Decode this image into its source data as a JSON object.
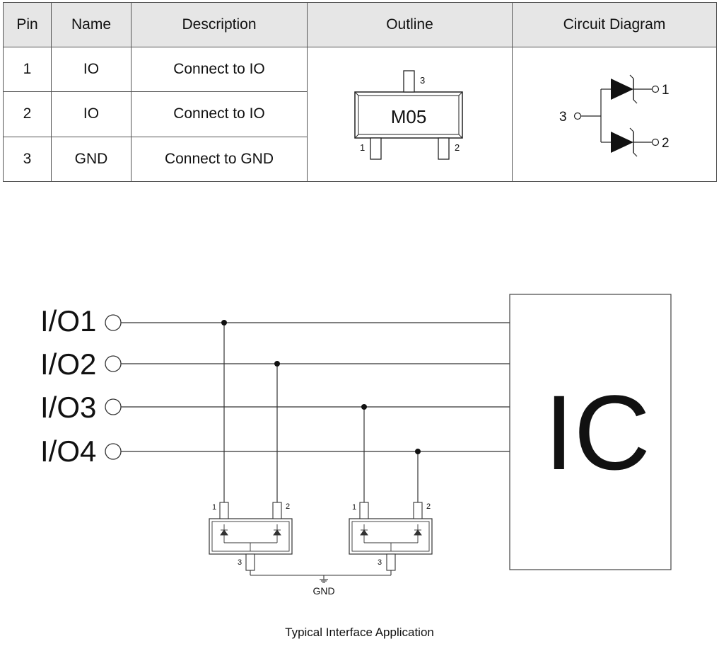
{
  "table": {
    "headers": [
      "Pin",
      "Name",
      "Description",
      "Outline",
      "Circuit Diagram"
    ],
    "rows": [
      {
        "pin": "1",
        "name": "IO",
        "description": "Connect to IO"
      },
      {
        "pin": "2",
        "name": "IO",
        "description": "Connect to IO"
      },
      {
        "pin": "3",
        "name": "GND",
        "description": "Connect to GND"
      }
    ],
    "outline": {
      "marking": "M05",
      "pin1": "1",
      "pin2": "2",
      "pin3": "3"
    },
    "circuit": {
      "pin1": "1",
      "pin2": "2",
      "pin3": "3"
    }
  },
  "application": {
    "io_labels": [
      "I/O1",
      "I/O2",
      "I/O3",
      "I/O4"
    ],
    "ic_label": "IC",
    "device_pins": {
      "p1": "1",
      "p2": "2",
      "p3": "3"
    },
    "gnd_label": "GND",
    "caption": "Typical Interface Application"
  }
}
